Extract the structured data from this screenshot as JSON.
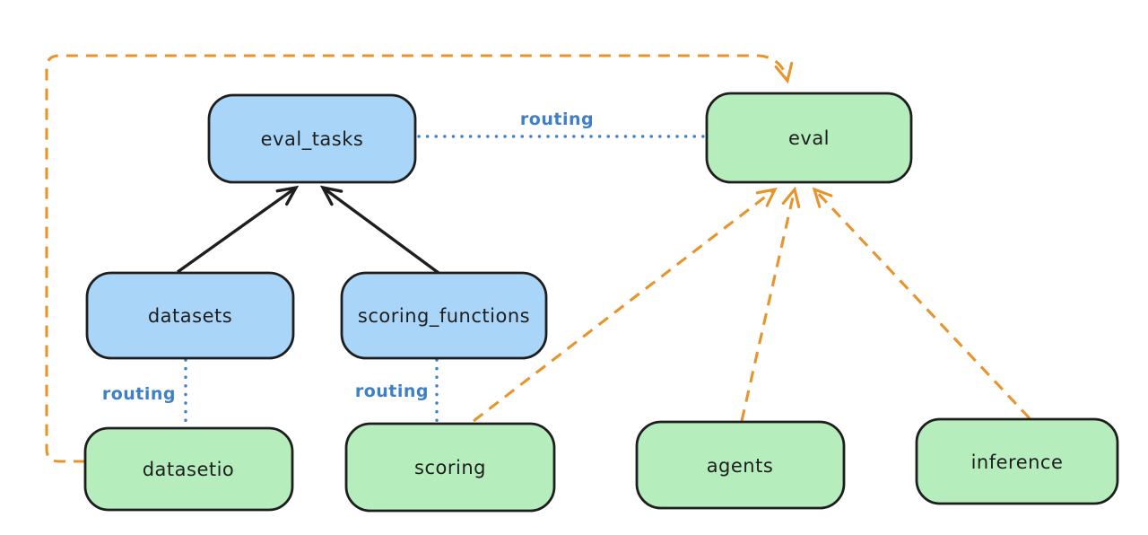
{
  "colors": {
    "background": "#ffffff",
    "stroke": "#1e1e1e",
    "blue_fill": "#a9d6f8",
    "green_fill": "#b5eebc",
    "orange": "#e8942d",
    "routing_blue": "#3d7fc9"
  },
  "nodes": {
    "eval_tasks": {
      "label": "eval_tasks",
      "color": "blue"
    },
    "eval": {
      "label": "eval",
      "color": "green"
    },
    "datasets": {
      "label": "datasets",
      "color": "blue"
    },
    "scoring_functions": {
      "label": "scoring_functions",
      "color": "blue"
    },
    "datasetio": {
      "label": "datasetio",
      "color": "green"
    },
    "scoring": {
      "label": "scoring",
      "color": "green"
    },
    "agents": {
      "label": "agents",
      "color": "green"
    },
    "inference": {
      "label": "inference",
      "color": "green"
    }
  },
  "edges": [
    {
      "from": "eval_tasks",
      "to": "eval",
      "label": "routing",
      "style": "dotted-blue"
    },
    {
      "from": "datasets",
      "to": "datasetio",
      "label": "routing",
      "style": "dotted-blue"
    },
    {
      "from": "scoring_functions",
      "to": "scoring",
      "label": "routing",
      "style": "dotted-blue"
    },
    {
      "from": "datasets",
      "to": "eval_tasks",
      "label": "",
      "style": "solid-black-arrow"
    },
    {
      "from": "scoring_functions",
      "to": "eval_tasks",
      "label": "",
      "style": "solid-black-arrow"
    },
    {
      "from": "datasetio",
      "to": "eval",
      "label": "",
      "style": "dashed-orange-arrow"
    },
    {
      "from": "scoring",
      "to": "eval",
      "label": "",
      "style": "dashed-orange-arrow"
    },
    {
      "from": "agents",
      "to": "eval",
      "label": "",
      "style": "dashed-orange-arrow"
    },
    {
      "from": "inference",
      "to": "eval",
      "label": "",
      "style": "dashed-orange-arrow"
    }
  ]
}
